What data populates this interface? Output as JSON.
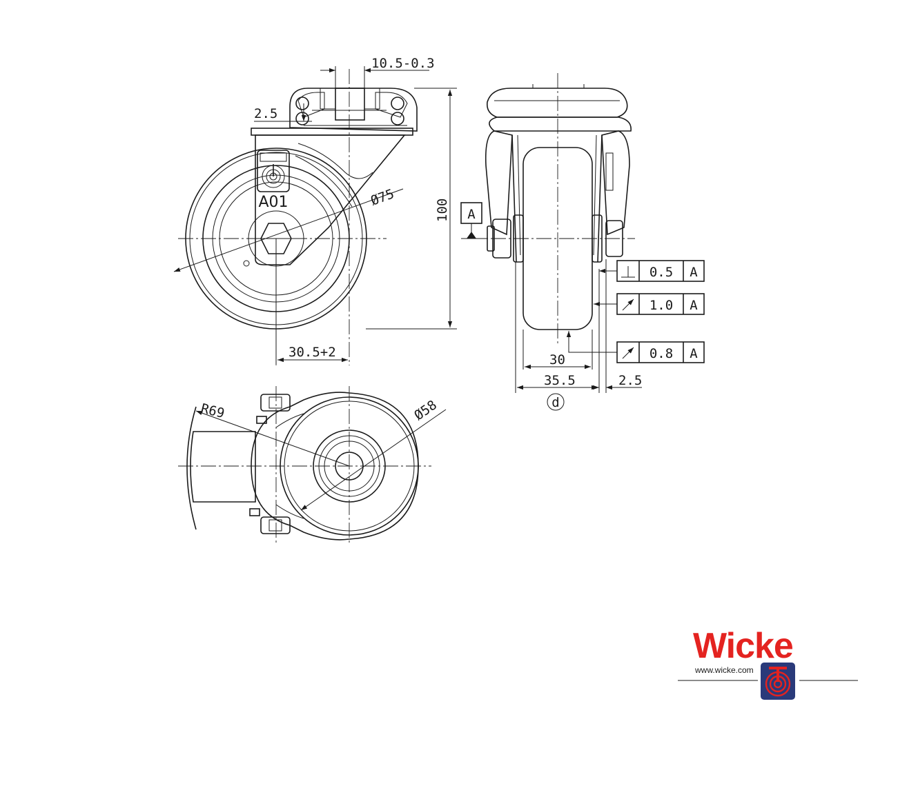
{
  "drawing": {
    "dimensions": {
      "stem_width": "10.5-0.3",
      "plate_thickness": "2.5",
      "wheel_diameter": "Ø75",
      "total_height": "100",
      "offset": "30.5+2",
      "wheel_width": "30",
      "hub_length": "35.5",
      "spacer": "2.5",
      "swivel_radius": "R69",
      "hub_diameter": "Ø58",
      "hub_label": "d"
    },
    "tolerances": [
      {
        "symbol": "perpendicularity",
        "value": "0.5",
        "datum": "A"
      },
      {
        "symbol": "runout",
        "value": "1.0",
        "datum": "A"
      },
      {
        "symbol": "runout",
        "value": "0.8",
        "datum": "A"
      }
    ],
    "datum_label": "A",
    "part_code": "A01",
    "stamp_text": "Wicke"
  },
  "logo": {
    "brand": "Wicke",
    "url": "www.wicke.com",
    "colors": {
      "red": "#e42320",
      "navy": "#2a3a7a"
    }
  }
}
